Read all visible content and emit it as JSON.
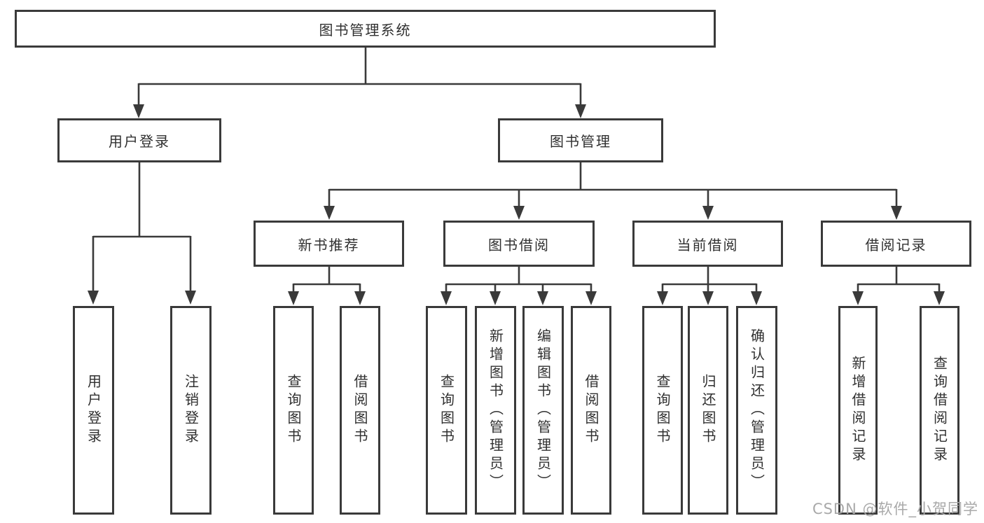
{
  "diagram_type": "hierarchy-tree",
  "tree": {
    "label": "图书管理系统",
    "children": [
      {
        "label": "用户登录",
        "children": [
          {
            "label": "用户登录"
          },
          {
            "label": "注销登录"
          }
        ]
      },
      {
        "label": "图书管理",
        "children": [
          {
            "label": "新书推荐",
            "children": [
              {
                "label": "查询图书"
              },
              {
                "label": "借阅图书"
              }
            ]
          },
          {
            "label": "图书借阅",
            "children": [
              {
                "label": "查询图书"
              },
              {
                "label": "新增图书（管理员）"
              },
              {
                "label": "编辑图书（管理员）"
              },
              {
                "label": "借阅图书"
              }
            ]
          },
          {
            "label": "当前借阅",
            "children": [
              {
                "label": "查询图书"
              },
              {
                "label": "归还图书"
              },
              {
                "label": "确认归还（管理员）"
              }
            ]
          },
          {
            "label": "借阅记录",
            "children": [
              {
                "label": "新增借阅记录"
              },
              {
                "label": "查询借阅记录"
              }
            ]
          }
        ]
      }
    ]
  },
  "watermark": {
    "text": "CSDN @软件_小贺同学"
  },
  "colors": {
    "line": "#3a3a3a",
    "text": "#303030",
    "background": "#ffffff",
    "watermark": "#a9a9a9"
  }
}
